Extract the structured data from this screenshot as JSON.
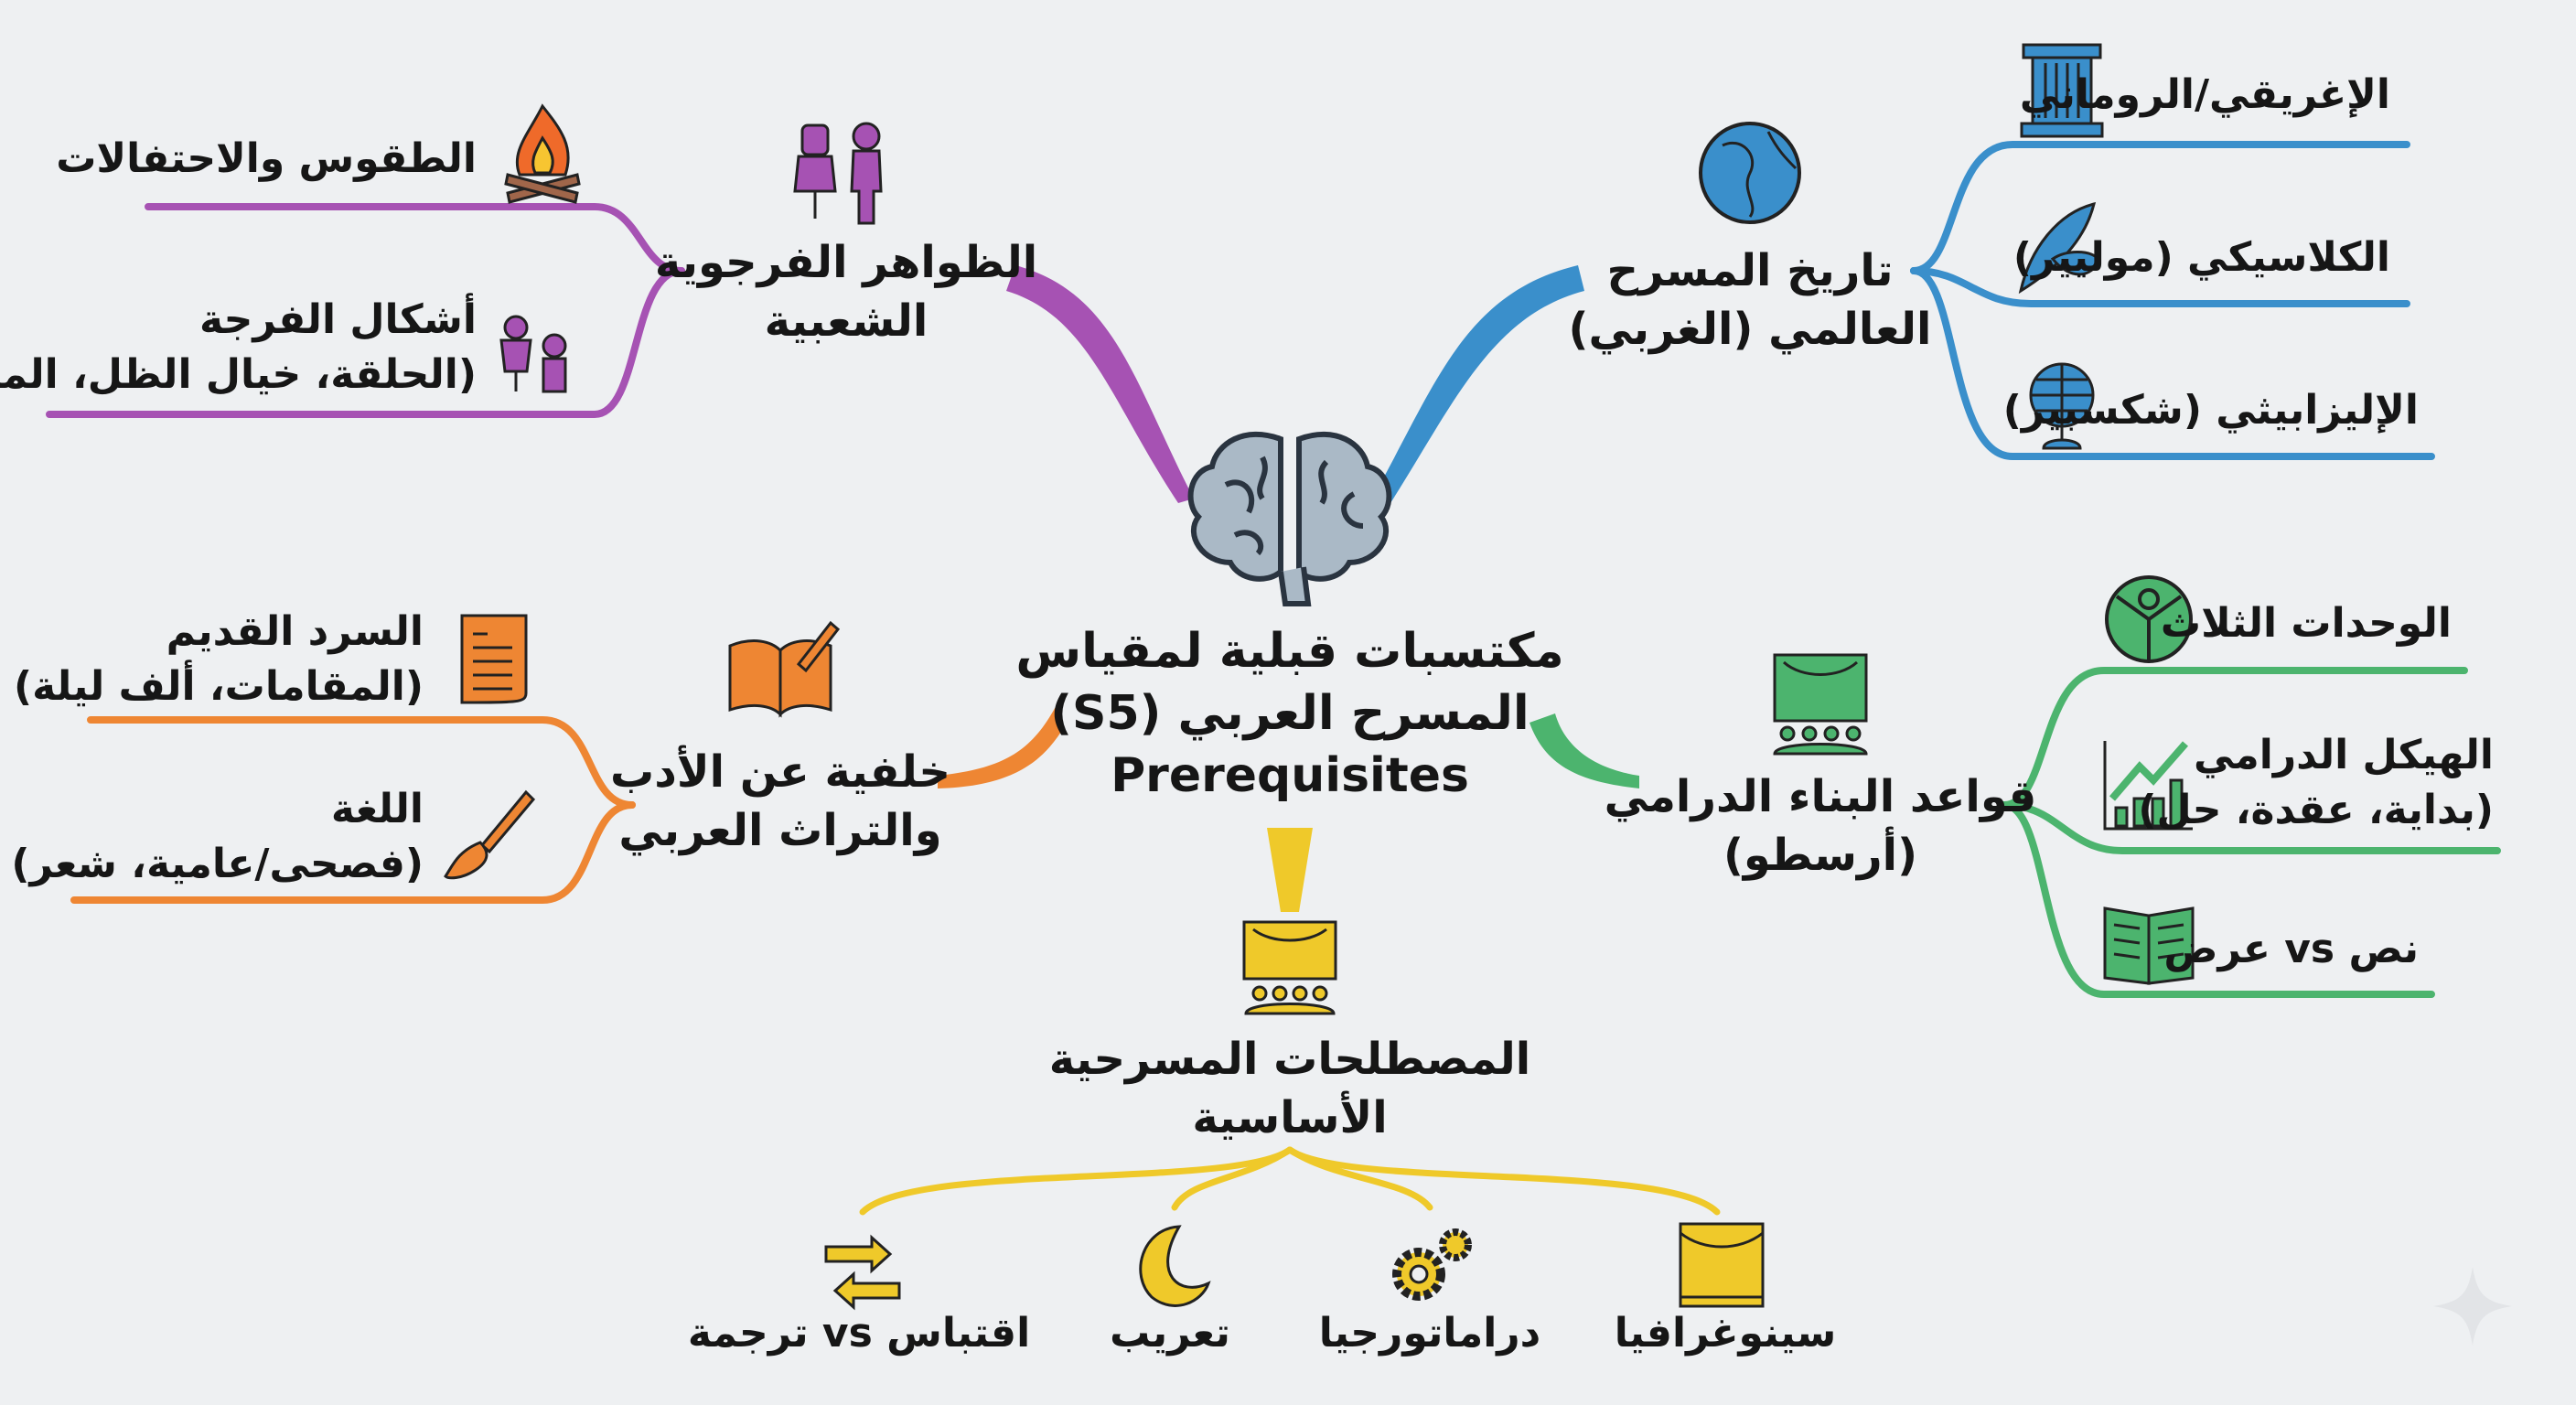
{
  "center": {
    "line1": "مكتسبات قبلية لمقياس",
    "line2": "المسرح العربي (S5)",
    "line3": "Prerequisites"
  },
  "colors": {
    "purple": "#a652b3",
    "blue": "#3a8fcb",
    "orange": "#ee8633",
    "green": "#4cb46e",
    "yellow": "#efc92a",
    "background": "#eef0f2"
  },
  "branches": {
    "folk": {
      "line1": "الظواهر الفرجوية",
      "line2": "الشعبية",
      "children": [
        {
          "line1": "الطقوس والاحتفالات",
          "icon": "campfire-icon"
        },
        {
          "line1": "أشكال الفرجة",
          "line2": "(الحلقة، خيال الظل، المداح)",
          "icon": "puppet-performer-icon"
        }
      ]
    },
    "world": {
      "line1": "تاريخ المسرح",
      "line2": "العالمي (الغربي)",
      "children": [
        {
          "line1": "الإغريقي/الروماني",
          "icon": "greek-column-icon"
        },
        {
          "line1": "الكلاسيكي (موليير)",
          "icon": "quill-mask-icon"
        },
        {
          "line1": "الإليزابيثي (شكسبير)",
          "icon": "globe-stand-icon"
        }
      ]
    },
    "literature": {
      "line1": "خلفية عن الأدب",
      "line2": "والتراث العربي",
      "children": [
        {
          "line1": "السرد القديم",
          "line2": "(المقامات، ألف ليلة)",
          "icon": "scroll-icon"
        },
        {
          "line1": "اللغة",
          "line2": "(فصحى/عامية، شعر)",
          "icon": "brush-icon"
        }
      ]
    },
    "drama": {
      "line1": "قواعد البناء الدرامي",
      "line2": "(أرسطو)",
      "children": [
        {
          "line1": "الوحدات الثلاث",
          "icon": "three-unities-icon"
        },
        {
          "line1": "الهيكل الدرامي",
          "line2": "(بداية، عقدة، حل)",
          "icon": "growth-chart-icon"
        },
        {
          "line1": "نص vs عرض",
          "icon": "open-book-icon"
        }
      ]
    },
    "terms": {
      "line1": "المصطلحات المسرحية",
      "line2": "الأساسية",
      "children": [
        {
          "line1": "اقتباس vs ترجمة",
          "icon": "swap-arrows-icon"
        },
        {
          "line1": "تعريب",
          "icon": "crescent-icon"
        },
        {
          "line1": "دراماتورجيا",
          "icon": "gears-icon"
        },
        {
          "line1": "سينوغرافيا",
          "icon": "stage-curtain-icon"
        }
      ]
    }
  }
}
